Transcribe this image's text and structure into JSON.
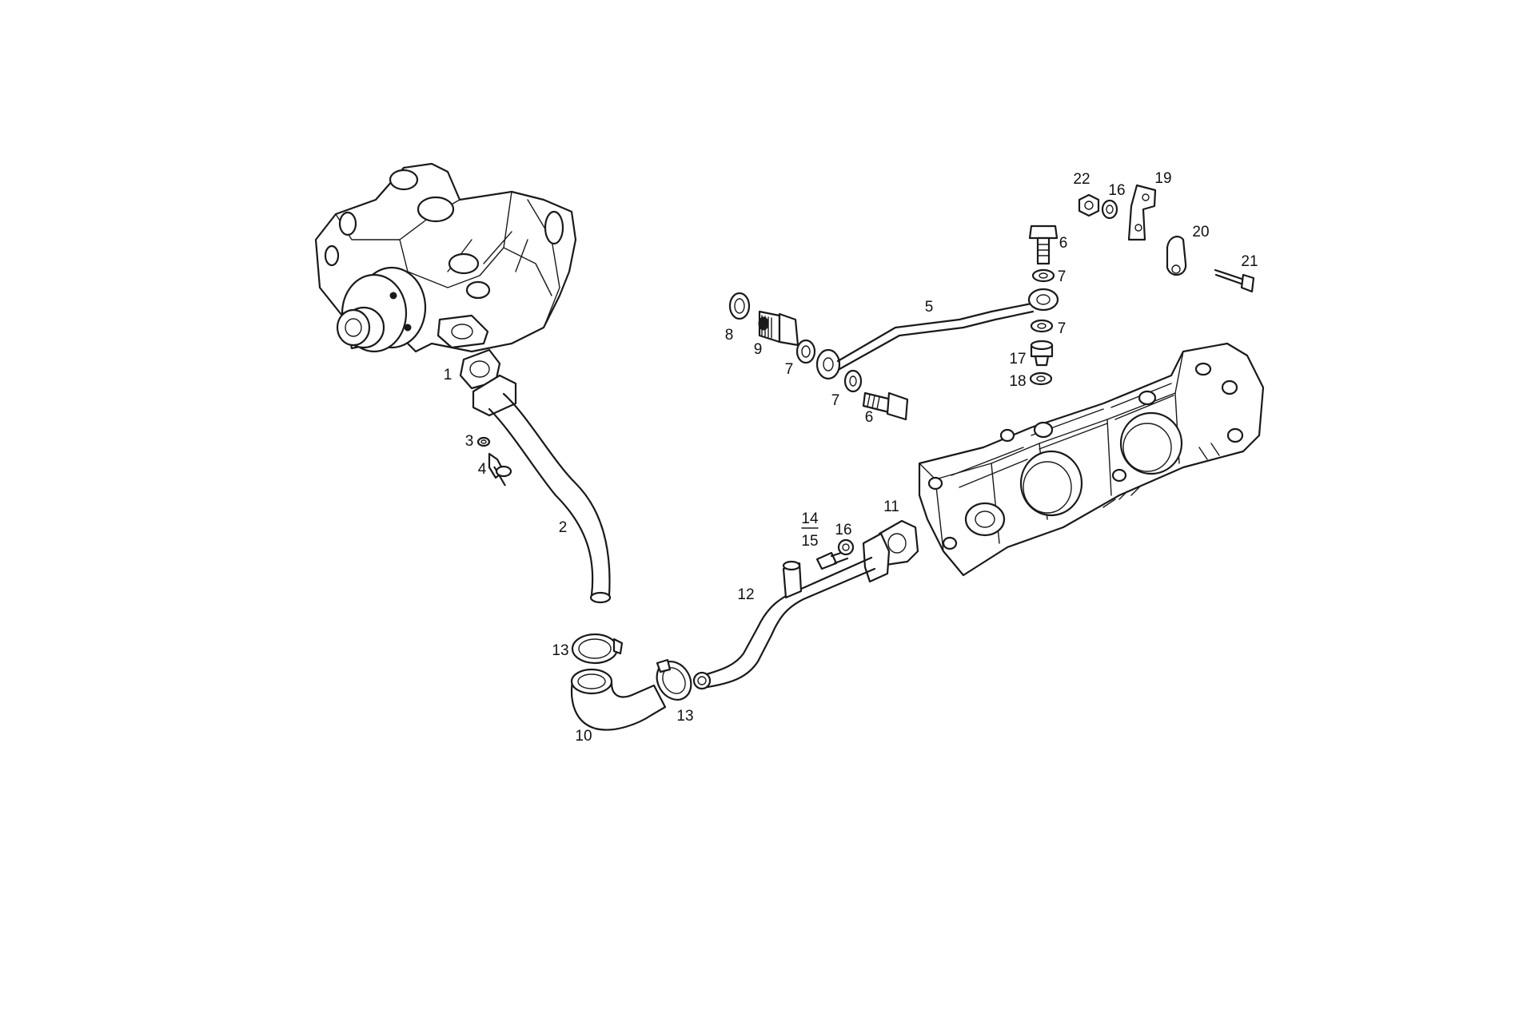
{
  "callouts": {
    "c1": "1",
    "c2": "2",
    "c3": "3",
    "c4": "4",
    "c5": "5",
    "c6a": "6",
    "c6b": "6",
    "c7a": "7",
    "c7b": "7",
    "c7c": "7",
    "c7d": "7",
    "c8": "8",
    "c9": "9",
    "c10": "10",
    "c11": "11",
    "c12": "12",
    "c13a": "13",
    "c13b": "13",
    "c14": "14",
    "c15": "15",
    "c16a": "16",
    "c16b": "16",
    "c17": "17",
    "c18": "18",
    "c19": "19",
    "c20": "20",
    "c21": "21",
    "c22": "22"
  },
  "colors": {
    "line": "#1a1a1a",
    "background": "#ffffff"
  }
}
